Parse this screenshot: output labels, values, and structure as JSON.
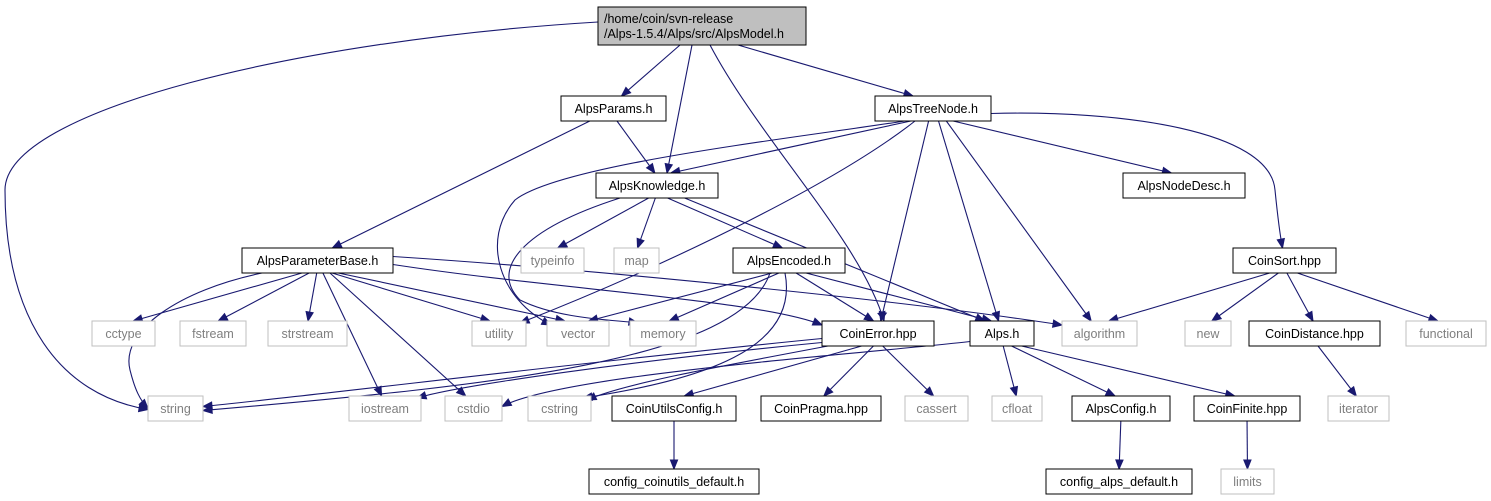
{
  "diagram": {
    "colors": {
      "edge": "#191970",
      "root_fill": "#bfbfbf",
      "node_border": "#000000",
      "node_fill": "#ffffff",
      "external_border": "#bfbfbf",
      "external_text": "#7f7f7f"
    },
    "nodes": [
      {
        "id": "root",
        "kind": "root",
        "lines": [
          "/home/coin/svn-release",
          "/Alps-1.5.4/Alps/src/AlpsModel.h"
        ]
      },
      {
        "id": "params",
        "kind": "local",
        "lines": [
          "AlpsParams.h"
        ]
      },
      {
        "id": "treenode",
        "kind": "local",
        "lines": [
          "AlpsTreeNode.h"
        ]
      },
      {
        "id": "knowledge",
        "kind": "local",
        "lines": [
          "AlpsKnowledge.h"
        ]
      },
      {
        "id": "nodedesc",
        "kind": "local",
        "lines": [
          "AlpsNodeDesc.h"
        ]
      },
      {
        "id": "parambase",
        "kind": "local",
        "lines": [
          "AlpsParameterBase.h"
        ]
      },
      {
        "id": "typeinfo",
        "kind": "external",
        "lines": [
          "typeinfo"
        ]
      },
      {
        "id": "map",
        "kind": "external",
        "lines": [
          "map"
        ]
      },
      {
        "id": "encoded",
        "kind": "local",
        "lines": [
          "AlpsEncoded.h"
        ]
      },
      {
        "id": "coinsort",
        "kind": "local",
        "lines": [
          "CoinSort.hpp"
        ]
      },
      {
        "id": "cctype",
        "kind": "external",
        "lines": [
          "cctype"
        ]
      },
      {
        "id": "fstream",
        "kind": "external",
        "lines": [
          "fstream"
        ]
      },
      {
        "id": "strstream",
        "kind": "external",
        "lines": [
          "strstream"
        ]
      },
      {
        "id": "utility",
        "kind": "external",
        "lines": [
          "utility"
        ]
      },
      {
        "id": "vector",
        "kind": "external",
        "lines": [
          "vector"
        ]
      },
      {
        "id": "memory",
        "kind": "external",
        "lines": [
          "memory"
        ]
      },
      {
        "id": "coinerror",
        "kind": "local",
        "lines": [
          "CoinError.hpp"
        ]
      },
      {
        "id": "alpsh",
        "kind": "local",
        "lines": [
          "Alps.h"
        ]
      },
      {
        "id": "algorithm",
        "kind": "external",
        "lines": [
          "algorithm"
        ]
      },
      {
        "id": "new",
        "kind": "external",
        "lines": [
          "new"
        ]
      },
      {
        "id": "coindistance",
        "kind": "local",
        "lines": [
          "CoinDistance.hpp"
        ]
      },
      {
        "id": "functional",
        "kind": "external",
        "lines": [
          "functional"
        ]
      },
      {
        "id": "string",
        "kind": "external",
        "lines": [
          "string"
        ]
      },
      {
        "id": "iostream",
        "kind": "external",
        "lines": [
          "iostream"
        ]
      },
      {
        "id": "cstdio",
        "kind": "external",
        "lines": [
          "cstdio"
        ]
      },
      {
        "id": "cstring",
        "kind": "external",
        "lines": [
          "cstring"
        ]
      },
      {
        "id": "coinutilsconfig",
        "kind": "local",
        "lines": [
          "CoinUtilsConfig.h"
        ]
      },
      {
        "id": "coinpragma",
        "kind": "local",
        "lines": [
          "CoinPragma.hpp"
        ]
      },
      {
        "id": "cassert",
        "kind": "external",
        "lines": [
          "cassert"
        ]
      },
      {
        "id": "cfloat",
        "kind": "external",
        "lines": [
          "cfloat"
        ]
      },
      {
        "id": "alpsconfig",
        "kind": "local",
        "lines": [
          "AlpsConfig.h"
        ]
      },
      {
        "id": "coinfinite",
        "kind": "local",
        "lines": [
          "CoinFinite.hpp"
        ]
      },
      {
        "id": "iterator",
        "kind": "external",
        "lines": [
          "iterator"
        ]
      },
      {
        "id": "configcoinutils",
        "kind": "local",
        "lines": [
          "config_coinutils_default.h"
        ]
      },
      {
        "id": "configalps",
        "kind": "local",
        "lines": [
          "config_alps_default.h"
        ]
      },
      {
        "id": "limits",
        "kind": "external",
        "lines": [
          "limits"
        ]
      }
    ],
    "edges": [
      {
        "from": "root",
        "to": "string"
      },
      {
        "from": "root",
        "to": "params"
      },
      {
        "from": "root",
        "to": "knowledge"
      },
      {
        "from": "root",
        "to": "coinerror"
      },
      {
        "from": "root",
        "to": "treenode"
      },
      {
        "from": "params",
        "to": "parambase"
      },
      {
        "from": "params",
        "to": "knowledge"
      },
      {
        "from": "treenode",
        "to": "knowledge"
      },
      {
        "from": "treenode",
        "to": "nodedesc"
      },
      {
        "from": "treenode",
        "to": "coinsort"
      },
      {
        "from": "treenode",
        "to": "vector"
      },
      {
        "from": "treenode",
        "to": "utility"
      },
      {
        "from": "treenode",
        "to": "coinerror"
      },
      {
        "from": "treenode",
        "to": "alpsh"
      },
      {
        "from": "treenode",
        "to": "algorithm"
      },
      {
        "from": "knowledge",
        "to": "typeinfo"
      },
      {
        "from": "knowledge",
        "to": "map"
      },
      {
        "from": "knowledge",
        "to": "encoded"
      },
      {
        "from": "knowledge",
        "to": "memory"
      },
      {
        "from": "knowledge",
        "to": "alpsh"
      },
      {
        "from": "parambase",
        "to": "cctype"
      },
      {
        "from": "parambase",
        "to": "fstream"
      },
      {
        "from": "parambase",
        "to": "strstream"
      },
      {
        "from": "parambase",
        "to": "utility"
      },
      {
        "from": "parambase",
        "to": "vector"
      },
      {
        "from": "parambase",
        "to": "string"
      },
      {
        "from": "parambase",
        "to": "iostream"
      },
      {
        "from": "parambase",
        "to": "cstdio"
      },
      {
        "from": "parambase",
        "to": "coinerror"
      },
      {
        "from": "parambase",
        "to": "algorithm"
      },
      {
        "from": "encoded",
        "to": "vector"
      },
      {
        "from": "encoded",
        "to": "memory"
      },
      {
        "from": "encoded",
        "to": "coinerror"
      },
      {
        "from": "encoded",
        "to": "alpsh"
      },
      {
        "from": "encoded",
        "to": "string"
      },
      {
        "from": "encoded",
        "to": "cstring"
      },
      {
        "from": "coinsort",
        "to": "algorithm"
      },
      {
        "from": "coinsort",
        "to": "new"
      },
      {
        "from": "coinsort",
        "to": "coindistance"
      },
      {
        "from": "coinsort",
        "to": "functional"
      },
      {
        "from": "coinerror",
        "to": "string"
      },
      {
        "from": "coinerror",
        "to": "iostream"
      },
      {
        "from": "coinerror",
        "to": "cstring"
      },
      {
        "from": "coinerror",
        "to": "coinutilsconfig"
      },
      {
        "from": "coinerror",
        "to": "coinpragma"
      },
      {
        "from": "coinerror",
        "to": "cassert"
      },
      {
        "from": "alpsh",
        "to": "cstdio"
      },
      {
        "from": "alpsh",
        "to": "cfloat"
      },
      {
        "from": "alpsh",
        "to": "alpsconfig"
      },
      {
        "from": "alpsh",
        "to": "coinfinite"
      },
      {
        "from": "coindistance",
        "to": "iterator"
      },
      {
        "from": "coinutilsconfig",
        "to": "configcoinutils"
      },
      {
        "from": "alpsconfig",
        "to": "configalps"
      },
      {
        "from": "coinfinite",
        "to": "limits"
      }
    ]
  }
}
